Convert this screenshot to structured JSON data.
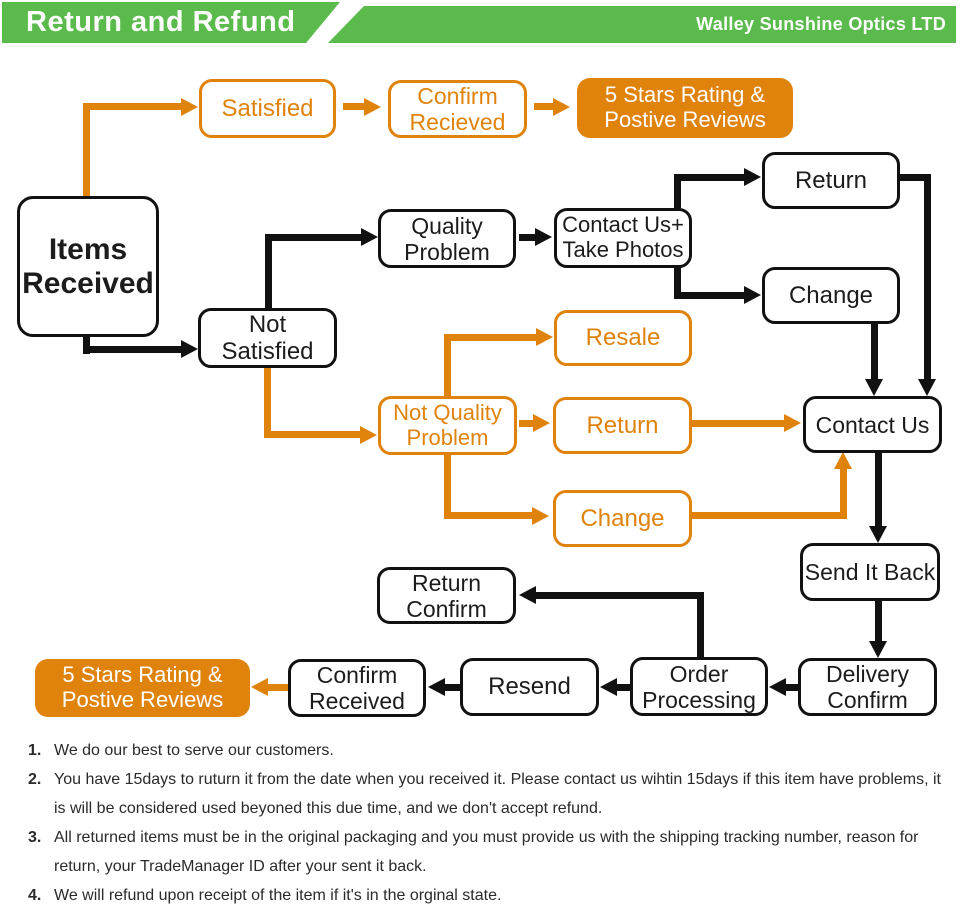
{
  "header": {
    "title": "Return and Refund",
    "company": "Walley Sunshine Optics LTD"
  },
  "colors": {
    "green": "#5ABB4C",
    "orange": "#E0830D",
    "black": "#111111",
    "node_text_dark": "#1c1c1c",
    "filled_text": "#ffffff"
  },
  "nodes": [
    {
      "id": "items-received",
      "lines": [
        "Items",
        "Received"
      ],
      "variant": "black"
    },
    {
      "id": "satisfied",
      "lines": [
        "Satisfied"
      ],
      "variant": "orange"
    },
    {
      "id": "confirm-recieved",
      "lines": [
        "Confirm",
        "Recieved"
      ],
      "variant": "orange"
    },
    {
      "id": "five-stars-top",
      "lines": [
        "5 Stars Rating &",
        "Postive Reviews"
      ],
      "variant": "orange-filled"
    },
    {
      "id": "not-satisfied",
      "lines": [
        "Not",
        "Satisfied"
      ],
      "variant": "black"
    },
    {
      "id": "quality-problem",
      "lines": [
        "Quality",
        "Problem"
      ],
      "variant": "black"
    },
    {
      "id": "contact-us-take-photos",
      "lines": [
        "Contact Us+",
        "Take Photos"
      ],
      "variant": "black"
    },
    {
      "id": "return-top",
      "lines": [
        "Return"
      ],
      "variant": "black"
    },
    {
      "id": "change-top",
      "lines": [
        "Change"
      ],
      "variant": "black"
    },
    {
      "id": "resale",
      "lines": [
        "Resale"
      ],
      "variant": "orange"
    },
    {
      "id": "not-quality-problem",
      "lines": [
        "Not Quality",
        "Problem"
      ],
      "variant": "orange"
    },
    {
      "id": "return-mid",
      "lines": [
        "Return"
      ],
      "variant": "orange"
    },
    {
      "id": "change-mid",
      "lines": [
        "Change"
      ],
      "variant": "orange"
    },
    {
      "id": "contact-us",
      "lines": [
        "Contact Us"
      ],
      "variant": "black"
    },
    {
      "id": "send-it-back",
      "lines": [
        "Send It Back"
      ],
      "variant": "black"
    },
    {
      "id": "delivery-confirm",
      "lines": [
        "Delivery",
        "Confirm"
      ],
      "variant": "black"
    },
    {
      "id": "order-processing",
      "lines": [
        "Order",
        "Processing"
      ],
      "variant": "black"
    },
    {
      "id": "resend",
      "lines": [
        "Resend"
      ],
      "variant": "black"
    },
    {
      "id": "confirm-received-bottom",
      "lines": [
        "Confirm",
        "Received"
      ],
      "variant": "black"
    },
    {
      "id": "five-stars-bottom",
      "lines": [
        "5 Stars Rating &",
        "Postive Reviews"
      ],
      "variant": "orange-filled"
    },
    {
      "id": "return-confirm",
      "lines": [
        "Return",
        "Confirm"
      ],
      "variant": "black"
    }
  ],
  "edges": [
    {
      "from": "items-received",
      "to": "satisfied",
      "color": "orange"
    },
    {
      "from": "satisfied",
      "to": "confirm-recieved",
      "color": "orange"
    },
    {
      "from": "confirm-recieved",
      "to": "five-stars-top",
      "color": "orange"
    },
    {
      "from": "items-received",
      "to": "not-satisfied",
      "color": "black"
    },
    {
      "from": "not-satisfied",
      "to": "quality-problem",
      "color": "black"
    },
    {
      "from": "quality-problem",
      "to": "contact-us-take-photos",
      "color": "black"
    },
    {
      "from": "contact-us-take-photos",
      "to": "return-top",
      "color": "black"
    },
    {
      "from": "contact-us-take-photos",
      "to": "change-top",
      "color": "black"
    },
    {
      "from": "return-top",
      "to": "contact-us",
      "color": "black"
    },
    {
      "from": "change-top",
      "to": "contact-us",
      "color": "black"
    },
    {
      "from": "not-satisfied",
      "to": "not-quality-problem",
      "color": "orange"
    },
    {
      "from": "not-quality-problem",
      "to": "resale",
      "color": "orange"
    },
    {
      "from": "not-quality-problem",
      "to": "return-mid",
      "color": "orange"
    },
    {
      "from": "not-quality-problem",
      "to": "change-mid",
      "color": "orange"
    },
    {
      "from": "return-mid",
      "to": "contact-us",
      "color": "orange"
    },
    {
      "from": "change-mid",
      "to": "contact-us",
      "color": "orange"
    },
    {
      "from": "contact-us",
      "to": "send-it-back",
      "color": "black"
    },
    {
      "from": "send-it-back",
      "to": "delivery-confirm",
      "color": "black"
    },
    {
      "from": "delivery-confirm",
      "to": "order-processing",
      "color": "black"
    },
    {
      "from": "order-processing",
      "to": "return-confirm",
      "color": "black"
    },
    {
      "from": "order-processing",
      "to": "resend",
      "color": "black"
    },
    {
      "from": "resend",
      "to": "confirm-received-bottom",
      "color": "black"
    },
    {
      "from": "confirm-received-bottom",
      "to": "five-stars-bottom",
      "color": "orange"
    }
  ],
  "notes": [
    {
      "num": "1.",
      "text": "We do our best to serve our customers."
    },
    {
      "num": "2.",
      "text": "You have 15days to ruturn it from the date when you received it. Please contact us wihtin 15days if this item have problems, it is will be considered used beyoned this due time, and we don't accept refund."
    },
    {
      "num": "3.",
      "text": "All returned items must be in the original packaging and you must provide us with the shipping tracking number, reason for return, your TradeManager ID after your sent it back."
    },
    {
      "num": "4.",
      "text": "We will refund upon receipt of the item if it's in the orginal state."
    }
  ]
}
